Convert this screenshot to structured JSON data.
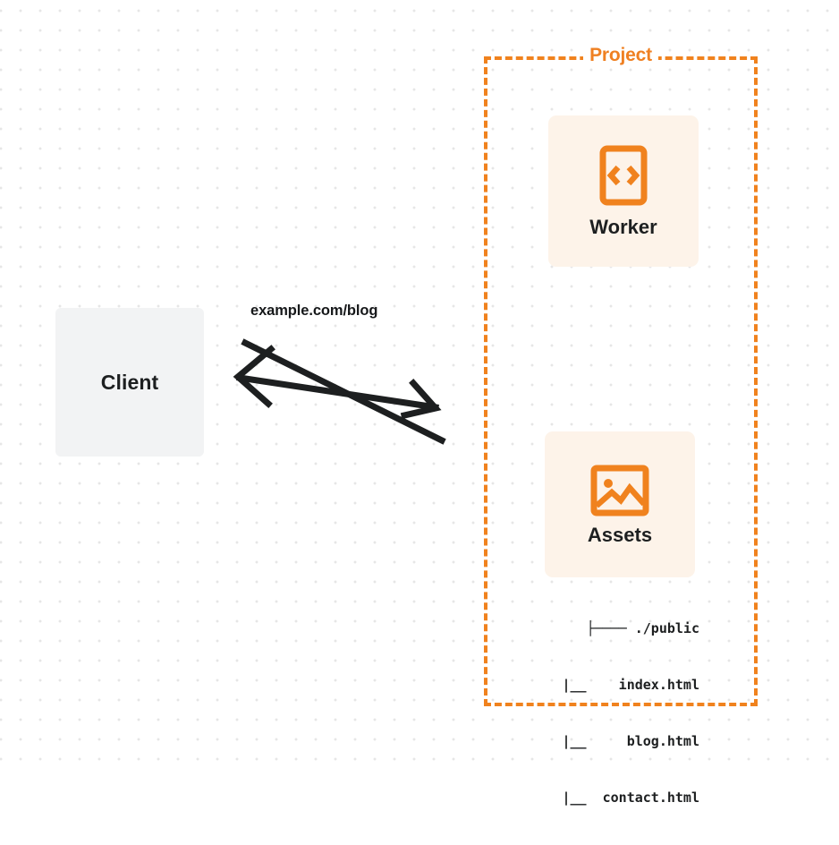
{
  "diagram": {
    "title": "Client request routed to Project Worker and Assets",
    "background": {
      "style": "dot-grid",
      "dot_color": "#e6e6e6",
      "page_color": "#ffffff"
    },
    "colors": {
      "accent_orange": "#f0821e",
      "card_background": "#fdf3e9",
      "client_background": "#f2f3f4",
      "text_dark": "#1d1f20"
    },
    "client": {
      "label": "Client"
    },
    "connection": {
      "label": "example.com/blog",
      "direction": "bidirectional",
      "arrow_color": "#1d1f20"
    },
    "project": {
      "label": "Project",
      "border_style": "dashed",
      "nodes": [
        {
          "id": "worker",
          "label": "Worker",
          "icon": "code-brackets-icon"
        },
        {
          "id": "assets",
          "label": "Assets",
          "icon": "image-icon"
        }
      ],
      "file_tree": {
        "lines": [
          "├──── ./public",
          "   |__    index.html",
          "   |__     blog.html",
          "   |__  contact.html"
        ],
        "entries": [
          "./public",
          "index.html",
          "blog.html",
          "contact.html"
        ]
      }
    }
  }
}
